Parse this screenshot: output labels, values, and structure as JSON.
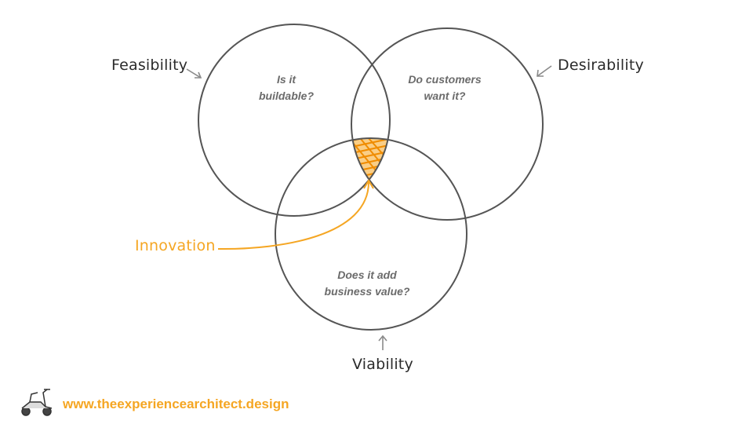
{
  "labels": {
    "feasibility": "Feasibility",
    "desirability": "Desirability",
    "viability": "Viability",
    "innovation": "Innovation"
  },
  "questions": {
    "feasibility_line1": "Is it",
    "feasibility_line2": "buildable?",
    "desirability_line1": "Do customers",
    "desirability_line2": "want it?",
    "viability_line1": "Does it add",
    "viability_line2": "business value?"
  },
  "footer": {
    "logo_icon": "scooter-icon",
    "url": "www.theexperiencearchitect.design"
  },
  "colors": {
    "circle_stroke": "#555555",
    "accent": "#f5a623",
    "arrow_gray": "#8a8a8a"
  }
}
